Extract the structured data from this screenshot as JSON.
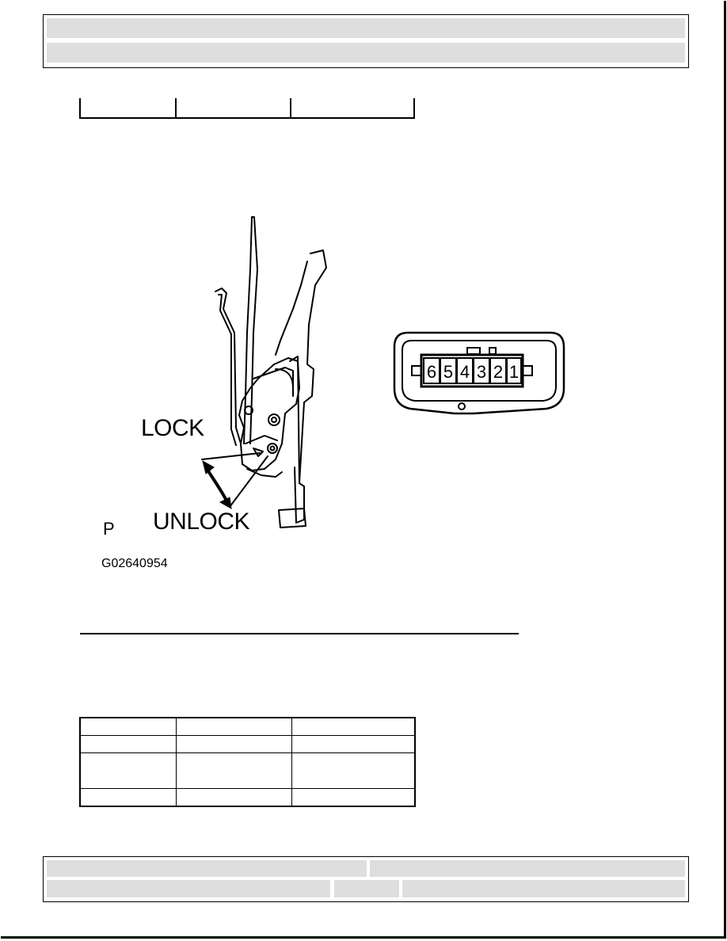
{
  "header": {
    "title": "",
    "subtitle": ""
  },
  "figure": {
    "lock_label": "LOCK",
    "unlock_label": "UNLOCK",
    "p_label": "P",
    "figure_code": "G02640954",
    "connector_pins": [
      "6",
      "5",
      "4",
      "3",
      "2",
      "1"
    ]
  },
  "table_top": {
    "rows": [
      [
        "",
        "",
        ""
      ]
    ]
  },
  "table_bottom": {
    "rows": [
      [
        "",
        "",
        ""
      ],
      [
        "",
        "",
        ""
      ],
      [
        "",
        "",
        ""
      ],
      [
        "",
        "",
        ""
      ]
    ]
  },
  "footer": {
    "left": "",
    "right": "",
    "bottom_left": "",
    "bottom_mid": "",
    "bottom_right": ""
  }
}
